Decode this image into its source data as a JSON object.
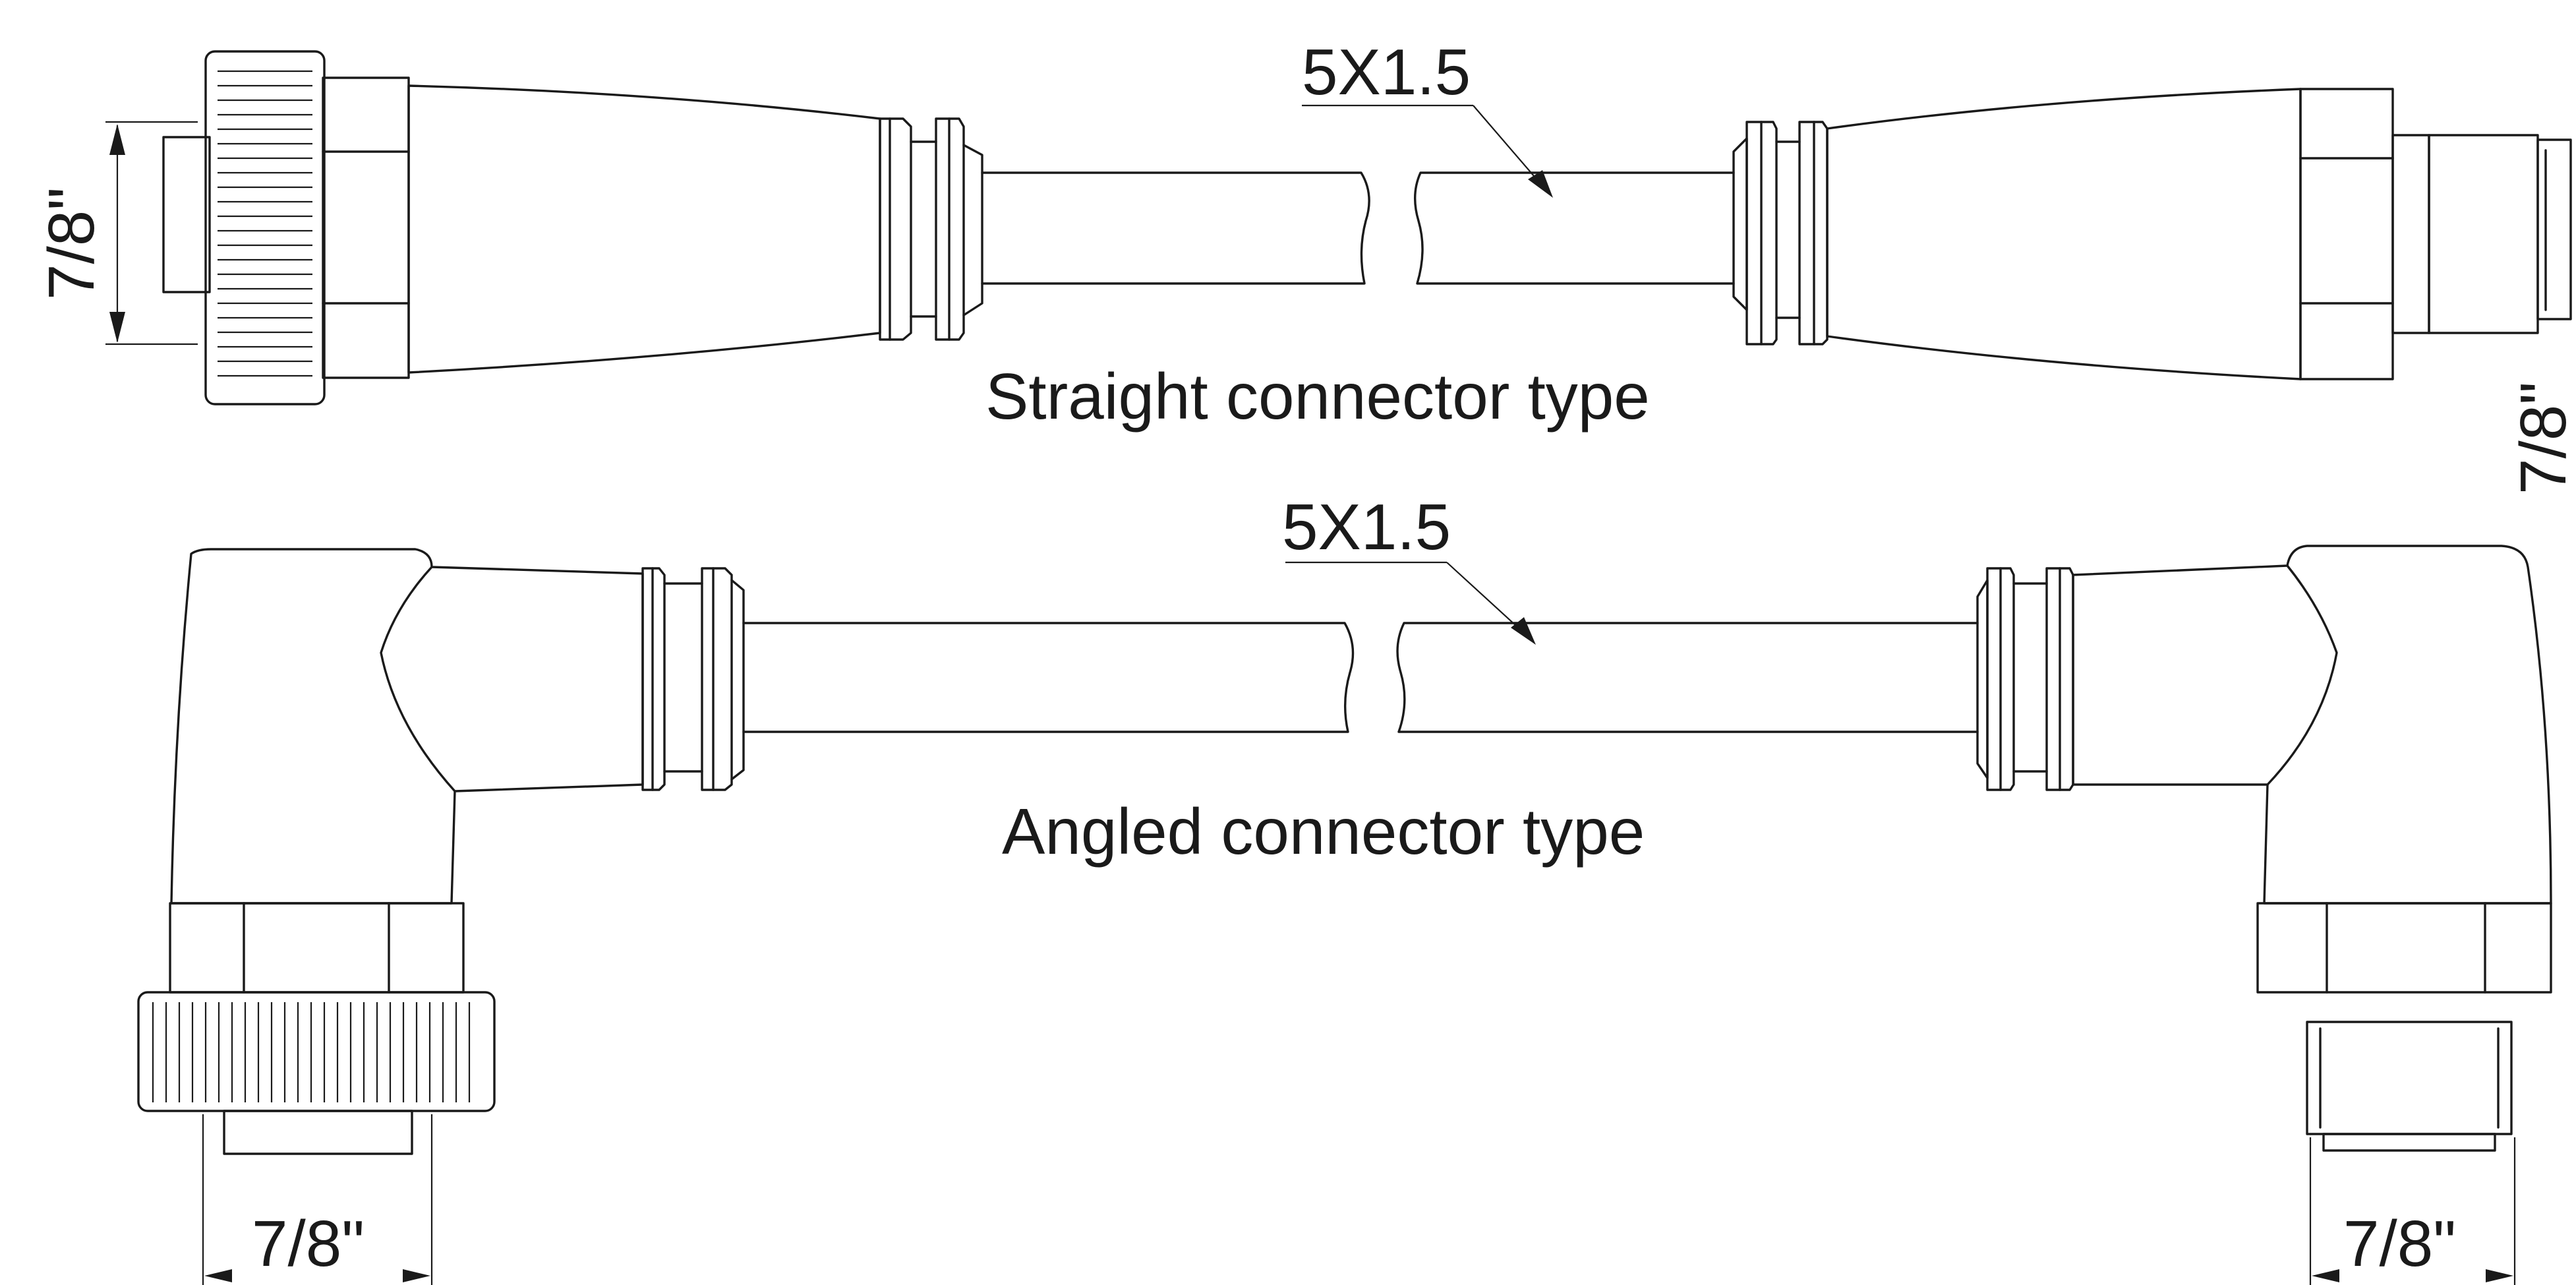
{
  "diagram": {
    "straight": {
      "cable_label": "5X1.5",
      "caption": "Straight connector type",
      "left_dimension": "7/8\"",
      "right_dimension": "7/8\""
    },
    "angled": {
      "cable_label": "5X1.5",
      "caption": "Angled connector type",
      "left_dimension": "7/8\"",
      "right_dimension": "7/8\""
    }
  },
  "colors": {
    "line": "#1a1a1a",
    "background": "#ffffff"
  }
}
